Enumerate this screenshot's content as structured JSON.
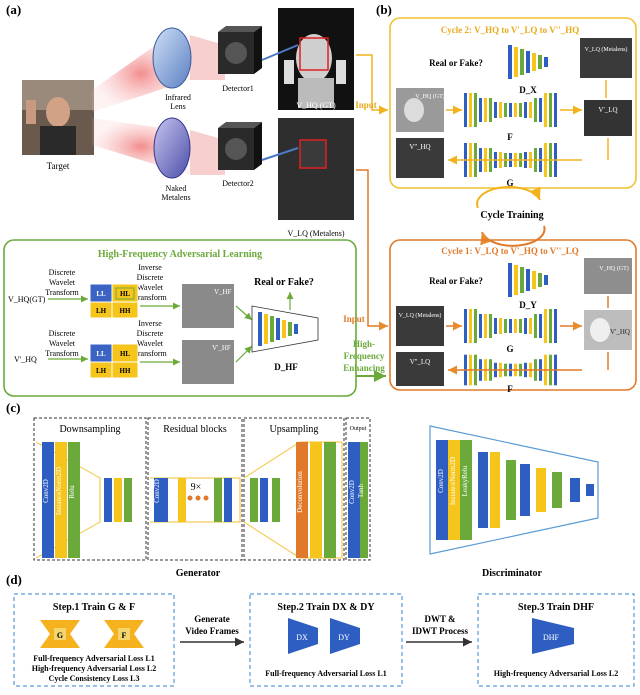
{
  "panel_a": {
    "label": "(a)",
    "target_label": "Target",
    "infrared_lens_label_1": "Infrared",
    "infrared_lens_label_2": "Lens",
    "naked_metalens_label_1": "Naked",
    "naked_metalens_label_2": "Metalens",
    "detector1_label": "Detector1",
    "detector2_label": "Detector2",
    "vhq_gt_label": "V_HQ (GT)",
    "vlq_metalens_label": "V_LQ (Metalens)"
  },
  "panel_hf": {
    "title": "High-Frequency Adversarial Learning",
    "dwt_line1": "Discrete",
    "dwt_line2": "Wavelet",
    "dwt_line3": "Transform",
    "idwt_line1": "Inverse",
    "idwt_line2": "Discrete",
    "idwt_line3": "Wavelet",
    "idwt_line4": "Transform",
    "input1": "V_HQ(GT)",
    "input2": "V'_HQ",
    "ll": "LL",
    "hl": "HL",
    "lh": "LH",
    "hh": "HH",
    "vhf_top": "V_HF",
    "vhf_bottom": "V'_HF",
    "real_fake": "Real or Fake?",
    "dhf": "D_HF",
    "enhance_1": "High-",
    "enhance_2": "Frequency",
    "enhance_3": "Enhancing",
    "input_label": "Input"
  },
  "panel_b": {
    "label": "(b)",
    "cycle2_title": "Cycle 2: V_HQ to V'_LQ to V''_HQ",
    "cycle1_title": "Cycle 1: V_LQ to V'_HQ to V''_LQ",
    "cycle_training": "Cycle Training",
    "real_fake_top": "Real or Fake?",
    "real_fake_bottom": "Real or Fake?",
    "dx": "D_X",
    "dy": "D_Y",
    "f_top": "F",
    "g_top": "G",
    "g_bottom": "G",
    "f_bottom": "F",
    "img_vlq_metalens_top": "V_LQ (Metalens)",
    "img_vhq_gt": "V_HQ (GT)",
    "img_vprime_lq": "V'_LQ",
    "img_vpp_hq": "V''_HQ",
    "img_vhq_gt_2": "V_HQ (GT)",
    "img_vlq_metalens_2": "V_LQ (Metalens)",
    "img_vprime_hq": "V'_HQ",
    "img_vpp_lq": "V''_LQ",
    "input_top": "Input"
  },
  "panel_c": {
    "label": "(c)",
    "downsampling": "Downsampling",
    "residual": "Residual blocks",
    "upsampling": "Upsampling",
    "output": "Output",
    "conv2d_1": "Conv2D",
    "instancenorm_1": "InstanceNorm2D",
    "relu_1": "Relu",
    "conv2d_2": "Conv2D",
    "times9": "9×",
    "deconv": "Deconvolution",
    "tanh": "Tanh",
    "conv2d_3": "Conv2D",
    "generator": "Generator",
    "disc_conv": "Conv2D",
    "disc_instnorm": "InstanceNorm2D",
    "disc_leaky": "LeakyRelu",
    "discriminator": "Discriminator"
  },
  "panel_d": {
    "label": "(d)",
    "step1": "Step.1 Train G & F",
    "g_label": "G",
    "f_label": "F",
    "loss1": "Full-frequency Adversarial Loss L1",
    "loss2": "High-frequency Adversarial Loss L2",
    "loss3": "Cycle Consistency Loss L3",
    "gen_frames_1": "Generate",
    "gen_frames_2": "Video Frames",
    "step2": "Step.2 Train DX & DY",
    "dx_label": "DX",
    "dy_label": "DY",
    "step2_loss": "Full-frequency Adversarial Loss L1",
    "dwt_1": "DWT &",
    "dwt_2": "IDWT Process",
    "step3": "Step.3 Train DHF",
    "dhf_label": "DHF",
    "step3_loss": "High-frequency Adversarial Loss L2"
  },
  "colors": {
    "orange": "#E88A2E",
    "green": "#6BAA3A",
    "yellow_box": "#F2C232",
    "blue": "#2F5EC2",
    "yellow": "#F5C51C",
    "dark_orange": "#E07A2A",
    "dash_blue": "#5B9BD5"
  }
}
